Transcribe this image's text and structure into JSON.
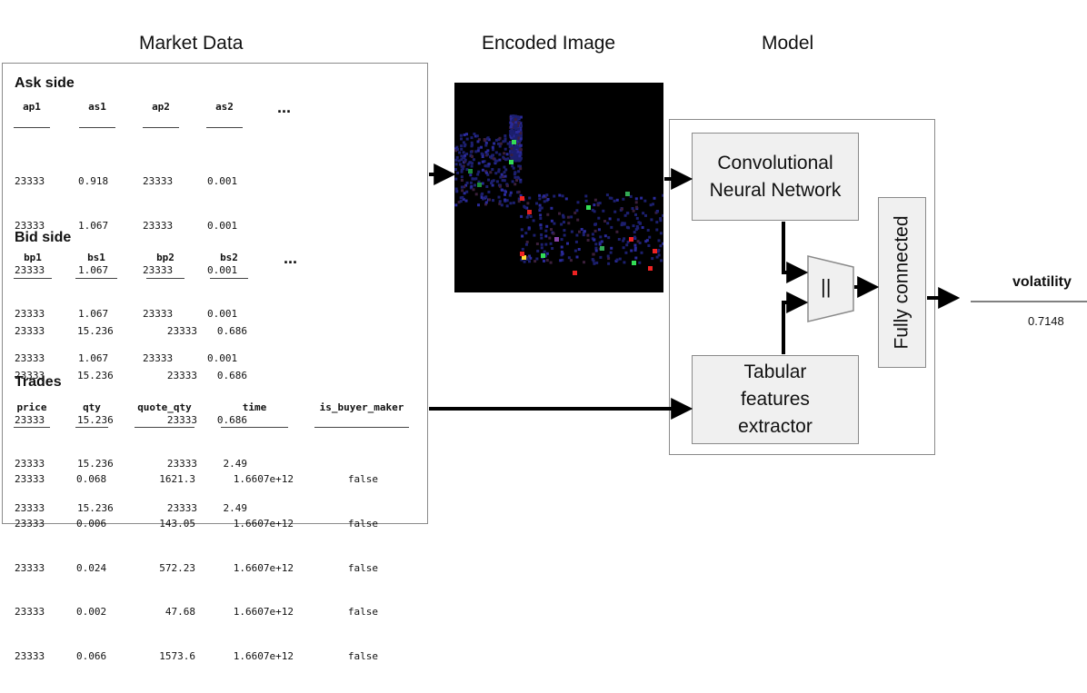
{
  "headings": {
    "market_data": "Market Data",
    "encoded_image": "Encoded Image",
    "model": "Model"
  },
  "ask_side": {
    "title": "Ask side",
    "columns": [
      "ap1",
      "as1",
      "ap2",
      "as2"
    ],
    "ellipsis": "...",
    "rows": [
      [
        "23333",
        "0.918",
        "23333",
        "0.001"
      ],
      [
        "23333",
        "1.067",
        "23333",
        "0.001"
      ],
      [
        "23333",
        "1.067",
        "23333",
        "0.001"
      ],
      [
        "23333",
        "1.067",
        "23333",
        "0.001"
      ],
      [
        "23333",
        "1.067",
        "23333",
        "0.001"
      ]
    ]
  },
  "bid_side": {
    "title": "Bid side",
    "columns": [
      "bp1",
      "bs1",
      "bp2",
      "bs2"
    ],
    "ellipsis": "...",
    "rows": [
      [
        "23333",
        "15.236",
        "23333",
        "0.686"
      ],
      [
        "23333",
        "15.236",
        "23333",
        "0.686"
      ],
      [
        "23333",
        "15.236",
        "23333",
        "0.686"
      ],
      [
        "23333",
        "15.236",
        "23333",
        "2.49"
      ],
      [
        "23333",
        "15.236",
        "23333",
        "2.49"
      ]
    ]
  },
  "trades": {
    "title": "Trades",
    "columns": [
      "price",
      "qty",
      "quote_qty",
      "time",
      "is_buyer_maker"
    ],
    "rows": [
      [
        "23333",
        "0.068",
        "1621.3",
        "1.6607e+12",
        "false"
      ],
      [
        "23333",
        "0.006",
        "143.05",
        "1.6607e+12",
        "false"
      ],
      [
        "23333",
        "0.024",
        "572.23",
        "1.6607e+12",
        "false"
      ],
      [
        "23333",
        "0.002",
        "47.68",
        "1.6607e+12",
        "false"
      ],
      [
        "23333",
        "0.066",
        "1573.6",
        "1.6607e+12",
        "false"
      ]
    ]
  },
  "model": {
    "cnn_line1": "Convolutional",
    "cnn_line2": "Neural Network",
    "tab_line1": "Tabular",
    "tab_line2": "features",
    "tab_line3": "extractor",
    "concat_symbol": "||",
    "fc_label": "Fully connected"
  },
  "output": {
    "label": "volatility",
    "value": "0.7148"
  },
  "colors": {
    "image_background": "#000000",
    "box_fill": "#f0f0f0",
    "border": "#8a8a8a",
    "arrow": "#000000"
  }
}
